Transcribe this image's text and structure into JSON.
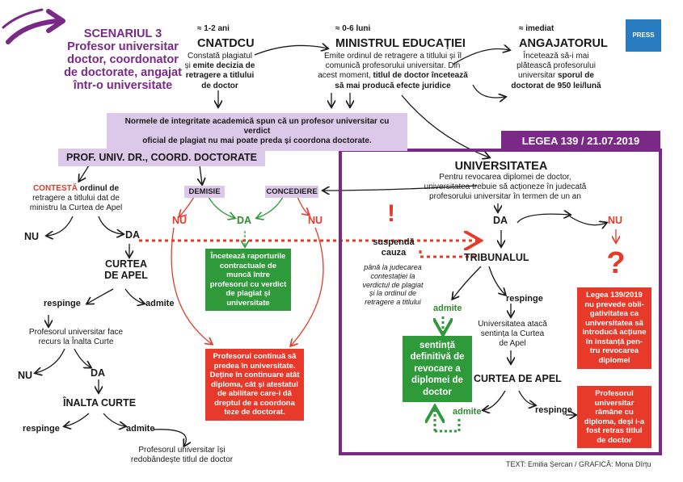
{
  "colors": {
    "purple": "#7a2a86",
    "green": "#2e9a3a",
    "red": "#e83a2a",
    "lavender": "#dcc8e8"
  },
  "scenario": {
    "title": "SCENARIUL 3",
    "subtitle_lines": [
      "Profesor universitar",
      "doctor, coordonator",
      "de doctorate, angajat",
      "într-o universitate"
    ]
  },
  "cnatdcu": {
    "time": "≈ 1-2 ani",
    "title": "CNATDCU",
    "desc": [
      "Constată plagiatul",
      "și <b>emite decizia de</b>",
      "<b>retragere a titlului</b>",
      "<b>de doctor</b>"
    ]
  },
  "minister": {
    "time": "≈ 0-6 luni",
    "title": "MINISTRUL EDUCAȚIEI",
    "desc": [
      "Emite ordinul de retragere a titlului și îl",
      "comunică profesorului universitar. Din",
      "acest moment, <b>titlul de doctor încetează</b>",
      "<b>să mai producă efecte juridice</b>"
    ]
  },
  "employer": {
    "time": "≈ imediat",
    "title": "ANGAJATORUL",
    "desc": [
      "Încetează să-i mai",
      "plătească profesorului",
      "universitar <b>sporul de</b>",
      "<b>doctorat de 950 lei/lună</b>"
    ]
  },
  "logo": {
    "text": "PRESS ONE"
  },
  "norms": [
    "Normele de integritate academică spun că un profesor universitar cu verdict",
    "oficial de plagiat nu mai poate preda și coordona doctorate."
  ],
  "profbox": "PROF. UNIV. DR., COORD. DOCTORATE",
  "law": "LEGEA 139 / 21.07.2019",
  "contest": [
    "<span class=\"red-txt\">CONTESTĂ</span> ordinul de",
    "retragere a titlului dat de",
    "ministru la Curtea de Apel"
  ],
  "labels": {
    "demisie": "DEMISIE",
    "concediere": "CONCEDIERE",
    "nu": "NU",
    "da": "DA",
    "curtea_apel_l": [
      "CURTEA",
      "DE APEL"
    ],
    "respinge": "respinge",
    "admite": "admite",
    "recurs": [
      "Profesorul universitar face",
      "recurs la Înalta Curte"
    ],
    "inalta": "ÎNALTA CURTE",
    "redobandeste": [
      "Profesorul universitar își",
      "redobândește titlul de doctor"
    ],
    "universitatea": "UNIVERSITATEA",
    "univ_desc": [
      "Pentru revocarea diplomei de doctor,",
      "universitatea trebuie să acționeze în judecată",
      "profesorului universitar în termen de un an"
    ],
    "tribunal": "TRIBUNALUL",
    "suspenda": [
      "suspendă",
      "cauza"
    ],
    "suspenda_desc": [
      "până la judecarea",
      "contestației la",
      "verdictul de plagiat",
      "și la ordinul de",
      "retragere a titlului"
    ],
    "univ_ataca": [
      "Universitatea atacă",
      "sentința la Curtea",
      "de Apel"
    ],
    "curtea_apel_r": "CURTEA DE APEL",
    "exclamation": "!",
    "question": "?"
  },
  "green_box1": [
    "Încetează raporturile",
    "contractuale de",
    "muncă între",
    "profesorul cu verdict",
    "de plagiat și",
    "universitate"
  ],
  "green_box2": [
    "sentință",
    "definitivă de",
    "revocare a",
    "diplomei de",
    "doctor"
  ],
  "red_box1": [
    "Profesorul continuă să",
    "predea în universitate.",
    "Deține în continuare atât",
    "diploma, cât și atestatul",
    "de abilitare care-i dă",
    "dreptul de a coordona",
    "teze de doctorat."
  ],
  "red_box2": [
    "Legea 139/2019",
    "nu prevede obli-",
    "gativitatea ca",
    "universitatea să",
    "introducă acțiune",
    "în instanță pen-",
    "tru revocarea",
    "diplomei"
  ],
  "red_box3": [
    "Profesorul",
    "universitar",
    "rămâne cu",
    "diploma, deși i-a",
    "fost retras titlul",
    "de doctor"
  ],
  "credits": "TEXT: Emilia Șercan / GRAFICĂ: Mona Dîrțu"
}
